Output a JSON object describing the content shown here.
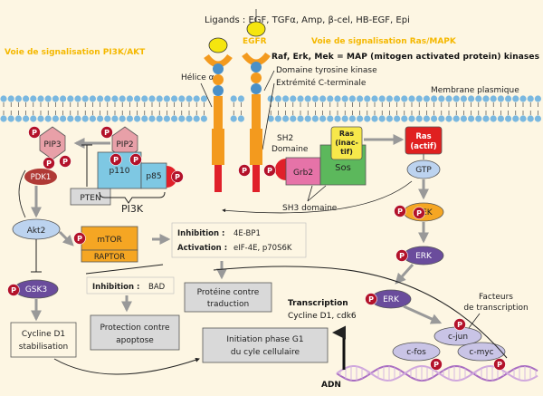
{
  "ligands": "Ligands : EGF, TGFα, Amp, β-cel, HB-EGF, Epi",
  "receptor": "EGFR",
  "pathway_pi3k": "Voie de signalisation PI3K/AKT",
  "pathway_ras": "Voie de signalisation Ras/MAPK",
  "kinases_note": "Raf, Erk, Mek = MAP (mitogen activated protein) kinases",
  "helix": "Hélice α",
  "tyrosine_kinase": "Domaine tyrosine kinase",
  "c_terminal": "Extrémité C-terminale",
  "membrane": "Membrane plasmique",
  "sh2": "SH2",
  "domaine": "Domaine",
  "sh3": "SH3 domaine",
  "p": "P",
  "pip3": "PIP3",
  "pip2": "PIP2",
  "p110": "p110",
  "p85": "p85",
  "pi3k": "PI3K",
  "pdk1": "PDK1",
  "pten": "PTEN",
  "grb2": "Grb2",
  "sos": "Sos",
  "ras_inactive_1": "Ras",
  "ras_inactive_2": "(inac-",
  "ras_inactive_3": "tif)",
  "ras_active_1": "Ras",
  "ras_active_2": "(actif)",
  "gtp": "GTP",
  "mek": "MEK",
  "erk": "ERK",
  "akt2": "Akt2",
  "mtor": "mTOR",
  "raptor": "RAPTOR",
  "inhibition_label": "Inhibition :",
  "inhibition_targets": "4E-BP1",
  "activation_label": "Activation :",
  "activation_targets": "eIF-4E, p70S6K",
  "inhibition_bad_label": "Inhibition :",
  "inhibition_bad_target": "BAD",
  "gsk3": "GSK3",
  "proteine_1": "Protéine contre",
  "proteine_2": "traduction",
  "protection_1": "Protection contre",
  "protection_2": "apoptose",
  "cycline_1": "Cycline D1",
  "cycline_2": "stabilisation",
  "initiation_1": "Initiation phase G1",
  "initiation_2": "du cyle cellulaire",
  "transcription": "Transcription",
  "transcription_targets": "Cycline D1, cdk6",
  "facteurs_1": "Facteurs",
  "facteurs_2": "de transcription",
  "cjun": "c-jun",
  "cfos": "c-fos",
  "cmyc": "c-myc",
  "adn": "ADN",
  "colors": {
    "background": "#fdf6e3",
    "pathway_title": "#f5b800",
    "membrane_head": "#7ab8e0",
    "receptor_orange": "#f39a1e",
    "receptor_red": "#e0202a",
    "phospho": "#b3122a",
    "pip_pink": "#e8a0a8",
    "p110_blue": "#7ec8e3",
    "grb2_pink": "#e673a8",
    "sos_green": "#5cb85c",
    "ras_yellow": "#f7e84a",
    "ras_red": "#e02020",
    "kinase_orange": "#f5a623",
    "akt_blue": "#bcd3ef",
    "erk_purple": "#6a4c9c",
    "tf_lavender": "#c9c4e6",
    "box_grey": "#d9d9d9",
    "dna_purple": "#a86cc1"
  }
}
